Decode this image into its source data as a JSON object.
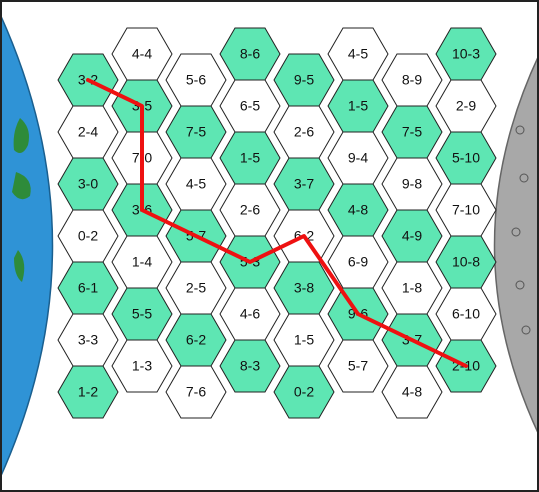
{
  "board": {
    "colors": {
      "green": "#5ee6b3",
      "white": "#ffffff",
      "stroke": "#222222",
      "path": "#ee1111",
      "planet_left_ocean": "#2f93d6",
      "planet_left_land": "#2e8b3a",
      "planet_right": "#a8a8a8"
    },
    "columns": [
      {
        "cells": [
          {
            "label": "3-2",
            "fill": "green"
          },
          {
            "label": "2-4",
            "fill": "white"
          },
          {
            "label": "3-0",
            "fill": "green"
          },
          {
            "label": "0-2",
            "fill": "white"
          },
          {
            "label": "6-1",
            "fill": "green"
          },
          {
            "label": "3-3",
            "fill": "white"
          },
          {
            "label": "1-2",
            "fill": "green"
          }
        ]
      },
      {
        "cells": [
          {
            "label": "4-4",
            "fill": "white"
          },
          {
            "label": "3-5",
            "fill": "green"
          },
          {
            "label": "7-0",
            "fill": "white"
          },
          {
            "label": "3-6",
            "fill": "green"
          },
          {
            "label": "1-4",
            "fill": "white"
          },
          {
            "label": "5-5",
            "fill": "green"
          },
          {
            "label": "1-3",
            "fill": "white"
          }
        ]
      },
      {
        "cells": [
          {
            "label": "5-6",
            "fill": "white"
          },
          {
            "label": "7-5",
            "fill": "green"
          },
          {
            "label": "4-5",
            "fill": "white"
          },
          {
            "label": "5-7",
            "fill": "green"
          },
          {
            "label": "2-5",
            "fill": "white"
          },
          {
            "label": "6-2",
            "fill": "green"
          },
          {
            "label": "7-6",
            "fill": "white"
          }
        ]
      },
      {
        "cells": [
          {
            "label": "8-6",
            "fill": "green"
          },
          {
            "label": "6-5",
            "fill": "white"
          },
          {
            "label": "1-5",
            "fill": "green"
          },
          {
            "label": "2-6",
            "fill": "white"
          },
          {
            "label": "5-3",
            "fill": "green"
          },
          {
            "label": "4-6",
            "fill": "white"
          },
          {
            "label": "8-3",
            "fill": "green"
          }
        ]
      },
      {
        "cells": [
          {
            "label": "9-5",
            "fill": "green"
          },
          {
            "label": "2-6",
            "fill": "white"
          },
          {
            "label": "3-7",
            "fill": "green"
          },
          {
            "label": "6-2",
            "fill": "white"
          },
          {
            "label": "3-8",
            "fill": "green"
          },
          {
            "label": "1-5",
            "fill": "white"
          },
          {
            "label": "0-2",
            "fill": "green"
          }
        ]
      },
      {
        "cells": [
          {
            "label": "4-5",
            "fill": "white"
          },
          {
            "label": "1-5",
            "fill": "green"
          },
          {
            "label": "9-4",
            "fill": "white"
          },
          {
            "label": "4-8",
            "fill": "green"
          },
          {
            "label": "6-9",
            "fill": "white"
          },
          {
            "label": "9-6",
            "fill": "green"
          },
          {
            "label": "5-7",
            "fill": "white"
          }
        ]
      },
      {
        "cells": [
          {
            "label": "8-9",
            "fill": "white"
          },
          {
            "label": "7-5",
            "fill": "green"
          },
          {
            "label": "9-8",
            "fill": "white"
          },
          {
            "label": "4-9",
            "fill": "green"
          },
          {
            "label": "1-8",
            "fill": "white"
          },
          {
            "label": "3-7",
            "fill": "green"
          },
          {
            "label": "4-8",
            "fill": "white"
          }
        ]
      },
      {
        "cells": [
          {
            "label": "10-3",
            "fill": "green"
          },
          {
            "label": "2-9",
            "fill": "white"
          },
          {
            "label": "5-10",
            "fill": "green"
          },
          {
            "label": "7-10",
            "fill": "white"
          },
          {
            "label": "10-8",
            "fill": "green"
          },
          {
            "label": "6-10",
            "fill": "white"
          },
          {
            "label": "2-10",
            "fill": "green"
          }
        ]
      }
    ],
    "route": [
      [
        0,
        0
      ],
      [
        1,
        1
      ],
      [
        1,
        3
      ],
      [
        3,
        4
      ],
      [
        4,
        3
      ],
      [
        5,
        5
      ],
      [
        7,
        6
      ]
    ]
  }
}
